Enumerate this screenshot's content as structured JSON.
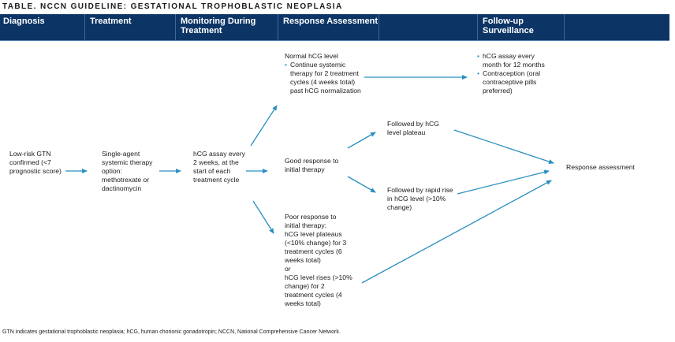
{
  "title": "TABLE. NCCN GUIDELINE: GESTATIONAL TROPHOBLASTIC NEOPLASIA",
  "header": {
    "columns": [
      {
        "label": "Diagnosis"
      },
      {
        "label": "Treatment"
      },
      {
        "label": "Monitoring During Treatment"
      },
      {
        "label": "Response Assessment"
      },
      {
        "label": ""
      },
      {
        "label": "Follow-up Surveillance"
      },
      {
        "label": ""
      }
    ]
  },
  "nodes": {
    "diagnosis": "Low-risk GTN confirmed (<7 prognostic score)",
    "treatment": "Single-agent systemic therapy option: methotrexate or dactinomycin",
    "monitoring": "hCG assay every 2 weeks, at the start of each treatment cycle",
    "normal_hcg": {
      "heading": "Normal hCG level",
      "bullets": [
        "Continue systemic therapy for 2 treatment cycles (4 weeks total) past hCG normalization"
      ]
    },
    "good_response": "Good response to initial therapy",
    "poor_response": {
      "line1": "Poor response to initial therapy:",
      "line2": "hCG level plateaus (<10% change) for 3 treatment cycles (6 weeks total)",
      "line3": "or",
      "line4": "hCG level rises (>10% change) for 2 treatment cycles (4 weeks total)"
    },
    "plateau": "Followed by hCG level plateau",
    "rapid_rise": "Followed by rapid rise in hCG level (>10% change)",
    "follow_up": {
      "bullets": [
        "hCG assay every month for 12 months",
        "Contraception (oral contraceptive pills preferred)"
      ]
    },
    "response_assessment": "Response assessment"
  },
  "footnote": "GTN indicates gestational trophoblastic neoplasia; hCG, human chorionic gonadotropin; NCCN, National Comprehensive Cancer Network.",
  "colors": {
    "header_bg": "#0c3566",
    "arrow": "#2a8fc0"
  }
}
